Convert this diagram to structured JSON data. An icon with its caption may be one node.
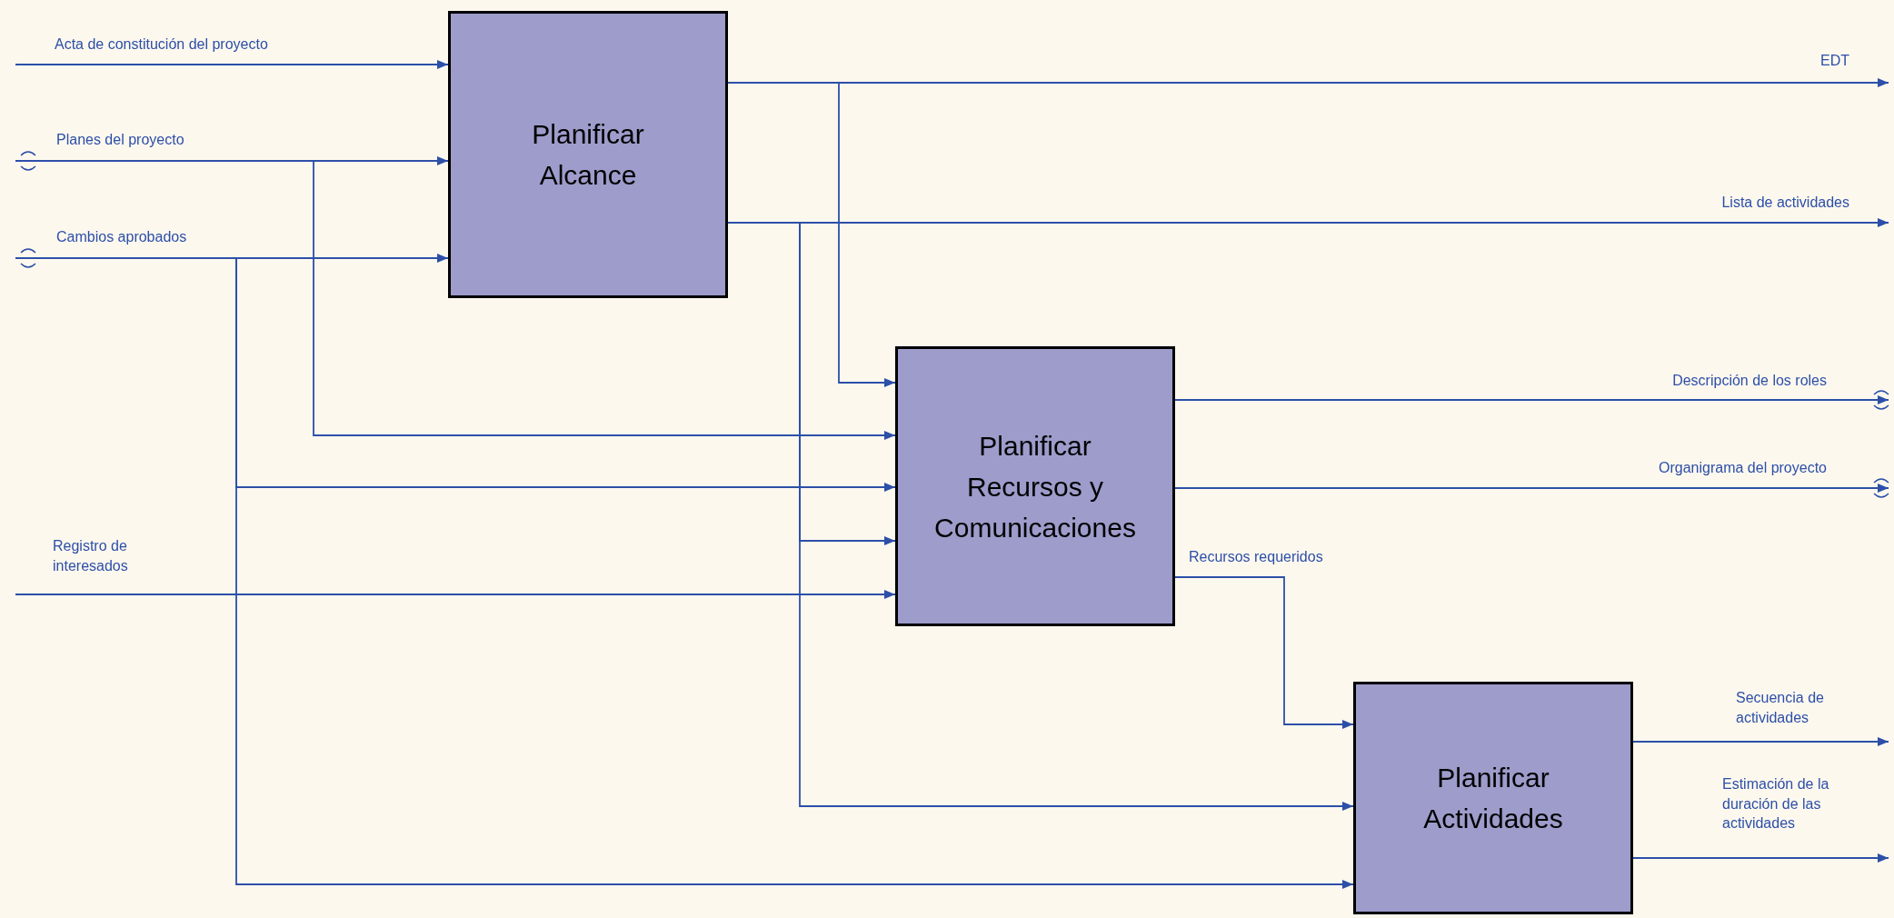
{
  "diagram": {
    "nodes": [
      {
        "text": [
          "Planificar Alcance"
        ]
      },
      {
        "text": [
          "Planificar Recursos y Comunicaciones"
        ]
      },
      {
        "text": [
          "Planificar Actividades"
        ]
      }
    ],
    "edges": [
      {
        "from": null,
        "to": 0,
        "arrow": "to",
        "label": "Acta de constitución del proyecto"
      },
      {
        "from": null,
        "to": 0,
        "arrow": "to",
        "label": "Planes del proyecto"
      },
      {
        "from": null,
        "to": 1,
        "arrow": "to"
      },
      {
        "from": null,
        "to": 0,
        "arrow": "to",
        "label": "Cambios aprobados"
      },
      {
        "from": null,
        "to": 1,
        "arrow": "to"
      },
      {
        "from": null,
        "to": 2,
        "arrow": "to"
      },
      {
        "from": null,
        "to": 1,
        "arrow": "to",
        "label": "Registro de interesados"
      },
      {
        "from": 0,
        "to": null,
        "arrow": "to",
        "label": "EDT"
      },
      {
        "from": 0,
        "to": 1,
        "arrow": "to"
      },
      {
        "from": 0,
        "to": null,
        "arrow": "to",
        "label": "Lista de actividades"
      },
      {
        "from": 0,
        "to": 1,
        "arrow": "to"
      },
      {
        "from": 0,
        "to": 2,
        "arrow": "to"
      },
      {
        "from": 1,
        "to": null,
        "arrow": "to",
        "label": "Descripción de los roles"
      },
      {
        "from": 1,
        "to": null,
        "arrow": "to",
        "label": "Organigrama del proyecto"
      },
      {
        "from": 1,
        "to": 2,
        "arrow": "to",
        "label": "Recursos requeridos"
      },
      {
        "from": 2,
        "to": null,
        "arrow": "to",
        "label": "Secuencia de actividades"
      },
      {
        "from": 2,
        "to": null,
        "arrow": "to",
        "label": "Estimación de la duración de las actividades"
      }
    ]
  }
}
